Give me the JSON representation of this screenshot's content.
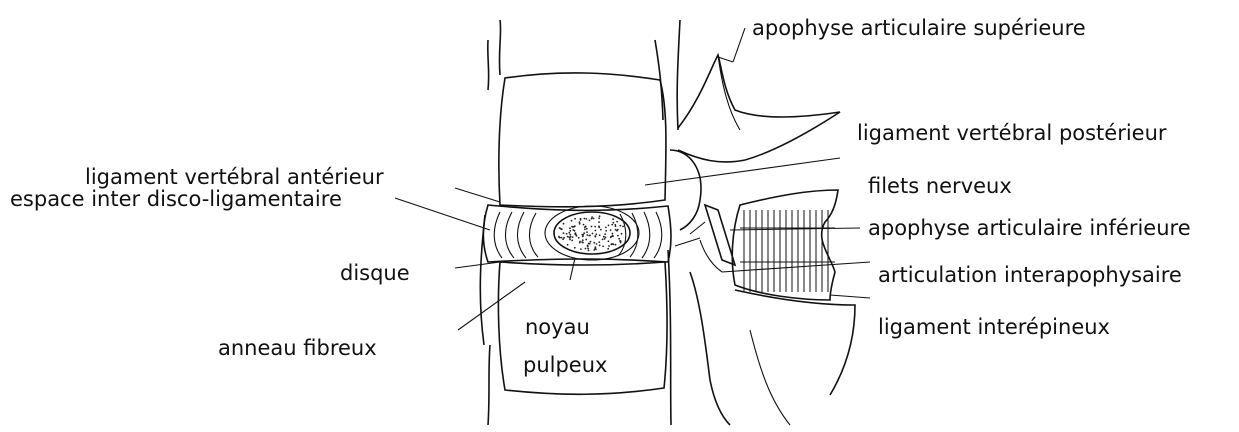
{
  "labels": {
    "apophyse_sup": "apophyse articulaire supérieure",
    "lig_post": "ligament vertébral postérieur",
    "lig_ant": "ligament vertébral antérieur",
    "filets": "filets nerveux",
    "espace": "espace inter disco-ligamentaire",
    "apophyse_inf": "apophyse articulaire inférieure",
    "disque": "disque",
    "articulation": "articulation interapophysaire",
    "lig_interep": "ligament interépineux",
    "noyau_1": "noyau",
    "noyau_2": "pulpeux",
    "anneau": "anneau fibreux"
  }
}
